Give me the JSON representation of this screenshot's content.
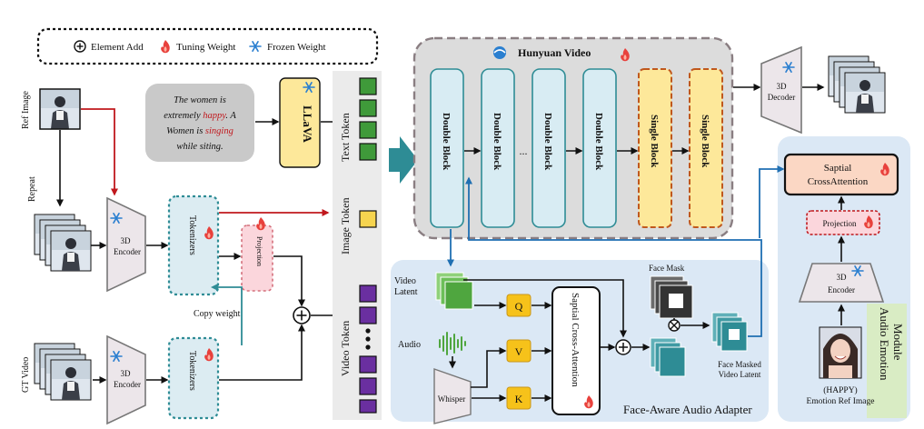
{
  "legend": {
    "element_add": "Element Add",
    "tuning_weight": "Tuning Weight",
    "frozen_weight": "Frozen Weight"
  },
  "prompt": {
    "line1": "The women is",
    "line2_pre": "extremely ",
    "line2_word": "happy",
    "line2_post": ". A",
    "line3_pre": "Women is ",
    "line3_word": "singing",
    "line4": "while siting."
  },
  "labels": {
    "ref_image": "Ref Image",
    "repeat": "Repeat",
    "gt_video": "GT Video",
    "copy_weight": "Copy weight",
    "llava": "LLaVA",
    "encoder_3d_line1": "3D",
    "encoder_3d_line2": "Encoder",
    "tokenizers": "Tokenizers",
    "projection": "Projection",
    "text_token": "Text Token",
    "image_token": "Image Token",
    "video_token": "Video Token",
    "hunyuan_video": "Hunyuan Video",
    "double_block": "Double Block",
    "single_block": "Single Block",
    "ellipsis": "...",
    "decoder_3d_line1": "3D",
    "decoder_3d_line2": "Decoder",
    "video_latent_line1": "Video",
    "video_latent_line2": "Latent",
    "audio": "Audio",
    "whisper": "Whisper",
    "q": "Q",
    "v": "V",
    "k": "K",
    "sap_cross_attention": "Saptial Cross-Attention",
    "face_mask": "Face Mask",
    "face_masked_line1": "Face Masked",
    "face_masked_line2": "Video Latent",
    "face_aware_adapter": "Face-Aware Audio Adapter",
    "spatial_ca_line1": "Saptial",
    "spatial_ca_line2": "CrossAttention",
    "emotion_encoder_line1": "3D",
    "emotion_encoder_line2": "Encoder",
    "audio_emotion_line1": "Audio Emotion",
    "audio_emotion_line2": "Module",
    "happy": "(HAPPY)",
    "emotion_ref_image": "Emotion Ref Image"
  },
  "colors": {
    "red": "#c0181d",
    "blue_arrow": "#1f6fb2",
    "adapter_bg": "#dbe8f5",
    "token_green": "#3f9a3a",
    "token_yellow": "#f6d44f",
    "token_purple": "#6a2fa0",
    "teal": "#2e8c95",
    "block_fill": "#d8ecf3",
    "single_fill": "#fde89a"
  }
}
